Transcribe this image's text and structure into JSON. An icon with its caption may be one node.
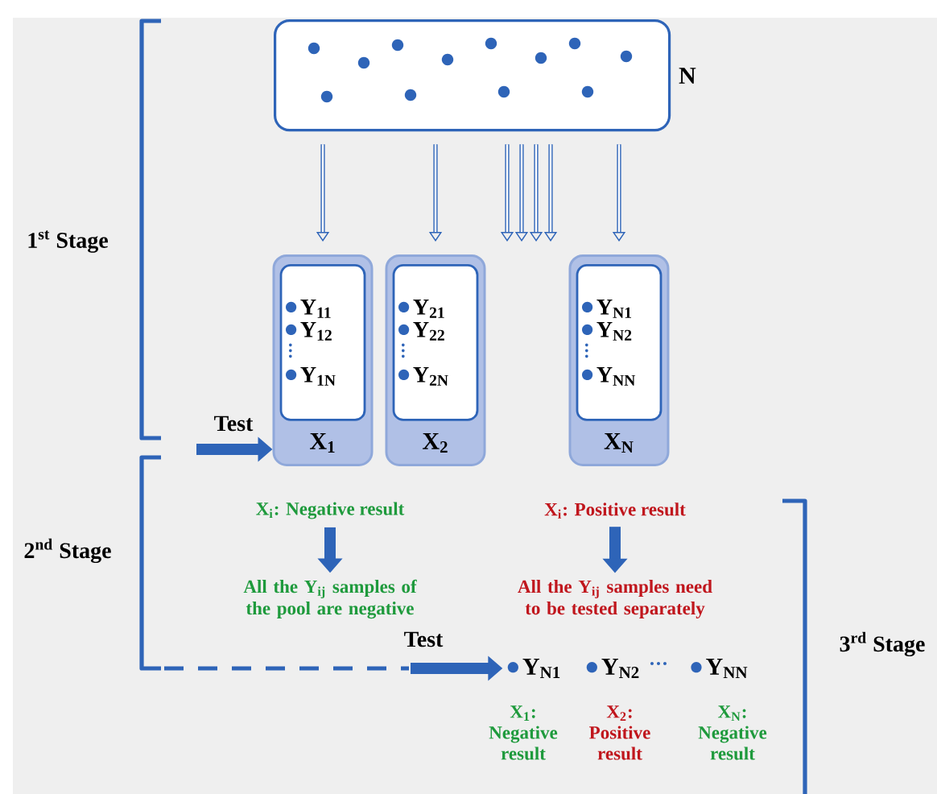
{
  "diagram": {
    "nodes": [
      {
        "text": [],
        "shape": "box",
        "beside": [
          "N"
        ]
      },
      {
        "text": [
          "X$_{1}$"
        ]
      },
      {
        "text": [
          "Y$_{11}$",
          "Y$_{12}$",
          "Y$_{1N}$"
        ],
        "in": 1
      },
      {
        "text": [
          "X$_{2}$"
        ]
      },
      {
        "text": [
          "Y$_{21}$",
          "Y$_{22}$",
          "Y$_{2N}$"
        ],
        "in": 3
      },
      {
        "text": [
          "X$_{N}$"
        ]
      },
      {
        "text": [
          "Y$_{N1}$",
          "Y$_{N2}$",
          "Y$_{NN}$"
        ],
        "in": 5
      },
      {
        "text": [
          "X$_{i}$: Negative result"
        ]
      },
      {
        "text": [
          "All the Y$_{ij}$ samples of the pool are negative"
        ]
      },
      {
        "text": [
          "X$_{i}$: Positive result"
        ]
      },
      {
        "text": [
          "All the Y$_{ij}$ samples need to be tested separately"
        ]
      },
      {
        "text": [
          "Y$_{N1}$"
        ],
        "beside": [
          "X$_{1}$: Negative result"
        ]
      },
      {
        "text": [
          "Y$_{N2}$"
        ],
        "beside": [
          "X$_{2}$: Positive result"
        ]
      },
      {
        "text": [
          "Y$_{NN}$"
        ],
        "beside": [
          "X$_{N}$: Negative result"
        ]
      }
    ],
    "edges": [
      {
        "from": 0,
        "to": 1,
        "arrow": "to"
      },
      {
        "from": 0,
        "to": 3,
        "arrow": "to"
      },
      {
        "from": 0,
        "to": null,
        "arrow": "to"
      },
      {
        "from": 0,
        "to": null,
        "arrow": "to"
      },
      {
        "from": 0,
        "to": null,
        "arrow": "to"
      },
      {
        "from": 0,
        "to": null,
        "arrow": "to"
      },
      {
        "from": 0,
        "to": 5,
        "arrow": "to"
      },
      {
        "from": null,
        "to": 1,
        "arrow": "to",
        "style": "thick",
        "label": "Test"
      },
      {
        "from": 7,
        "to": 8,
        "arrow": "to",
        "style": "thick"
      },
      {
        "from": 9,
        "to": 10,
        "arrow": "to",
        "style": "thick"
      },
      {
        "from": null,
        "to": 11,
        "arrow": "to",
        "style": "thick",
        "label": "Test"
      }
    ],
    "labels": [
      "1$^{st}$ Stage",
      "2$^{nd}$ Stage",
      "3$^{rd}$ Stage"
    ]
  }
}
